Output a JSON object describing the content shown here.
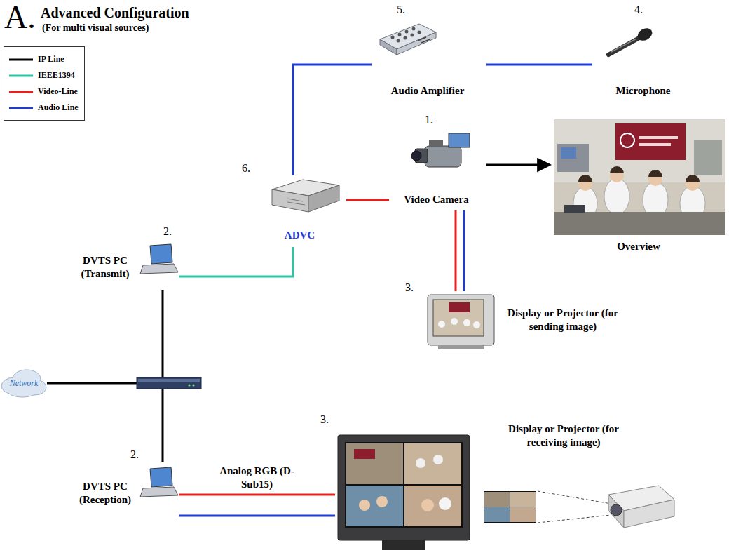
{
  "diagram": {
    "title": "Advanced Configuration",
    "nodes": [
      {
        "text": [
          "Audio Amplifier"
        ]
      },
      {
        "text": [
          "Microphone"
        ]
      },
      {
        "text": [
          "ADVC"
        ]
      },
      {
        "text": [
          "Video Camera"
        ]
      },
      {
        "text": [
          "Overview"
        ]
      },
      {
        "text": [
          "DVTS PC (Transmit)"
        ]
      },
      {
        "text": [
          "Display or Projector (for sending image)"
        ]
      },
      {
        "text": [
          "Network"
        ]
      },
      {
        "text": [
          "DVTS PC (Reception)"
        ]
      },
      {
        "text": [
          "Display or Projector (for receiving image)"
        ]
      }
    ],
    "edges": [
      {
        "from": 0,
        "to": 1,
        "arrow": "none"
      },
      {
        "from": 0,
        "to": 2,
        "arrow": "none"
      },
      {
        "from": 2,
        "to": 3,
        "arrow": "none"
      },
      {
        "from": 2,
        "to": 5,
        "arrow": "none"
      },
      {
        "from": 3,
        "to": 4,
        "arrow": "to"
      },
      {
        "from": 3,
        "to": 6,
        "arrow": "none"
      },
      {
        "from": 3,
        "to": 6,
        "arrow": "none"
      },
      {
        "from": 8,
        "to": 9,
        "arrow": "none",
        "label": "Analog RGB (D-Sub15)"
      },
      {
        "from": 8,
        "to": 9,
        "arrow": "none"
      }
    ],
    "labels": [
      "A.",
      "(For multi visual sources)",
      "5.",
      "4.",
      "6.",
      "1.",
      "2.",
      "3.",
      "2.",
      "3."
    ],
    "legend": [
      {
        "text": "IP Line",
        "color": "#000000"
      },
      {
        "text": "IEEE1394",
        "color": "#2ec4a0"
      },
      {
        "text": "Video-Line",
        "color": "#e8201c"
      },
      {
        "text": "Audio Line",
        "color": "#1e3cd2"
      }
    ]
  }
}
